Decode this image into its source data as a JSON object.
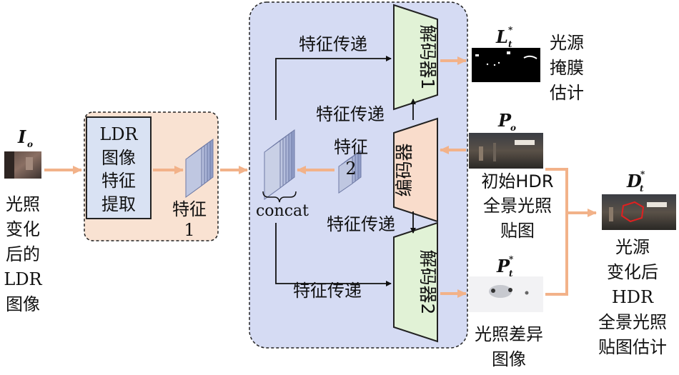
{
  "input": {
    "symbol": "I",
    "subscript": "o",
    "lines": [
      "光照",
      "变化",
      "后的",
      "LDR",
      "图像"
    ]
  },
  "ldr_extract": {
    "lines": [
      "LDR",
      "图像",
      "特征",
      "提取"
    ]
  },
  "feature1": {
    "lines": [
      "特征",
      "1"
    ]
  },
  "feature2": {
    "lines": [
      "特征",
      "2"
    ]
  },
  "concat_label": "concat",
  "transfer_label": "特征传递",
  "decoder1": "解码器1",
  "decoder2": "解码器2",
  "encoder": "编码器",
  "light_mask": {
    "symbol": "L",
    "subscript": "t",
    "superscript": "*",
    "lines": [
      "光源",
      "掩膜",
      "估计"
    ]
  },
  "initial_hdr": {
    "symbol": "P",
    "subscript": "o",
    "lines": [
      "初始HDR",
      "全景光照",
      "贴图"
    ]
  },
  "diff_image": {
    "symbol": "P",
    "subscript": "t",
    "superscript": "*",
    "lines": [
      "光照差异",
      "图像"
    ]
  },
  "final_hdr": {
    "symbol": "D",
    "subscript": "t",
    "superscript": "*",
    "lines": [
      "光源",
      "变化后",
      "HDR",
      "全景光照",
      "贴图估计"
    ]
  },
  "colors": {
    "orange_arrow": "#f2b289",
    "peach_region": "#f9e2d2",
    "blue_region": "#d5dbf3",
    "decoder_fill": "#e1f2d6",
    "encoder_fill": "#f9dccb",
    "box_fill": "#d9e2f3",
    "stack_fill": "#aab4d6"
  }
}
